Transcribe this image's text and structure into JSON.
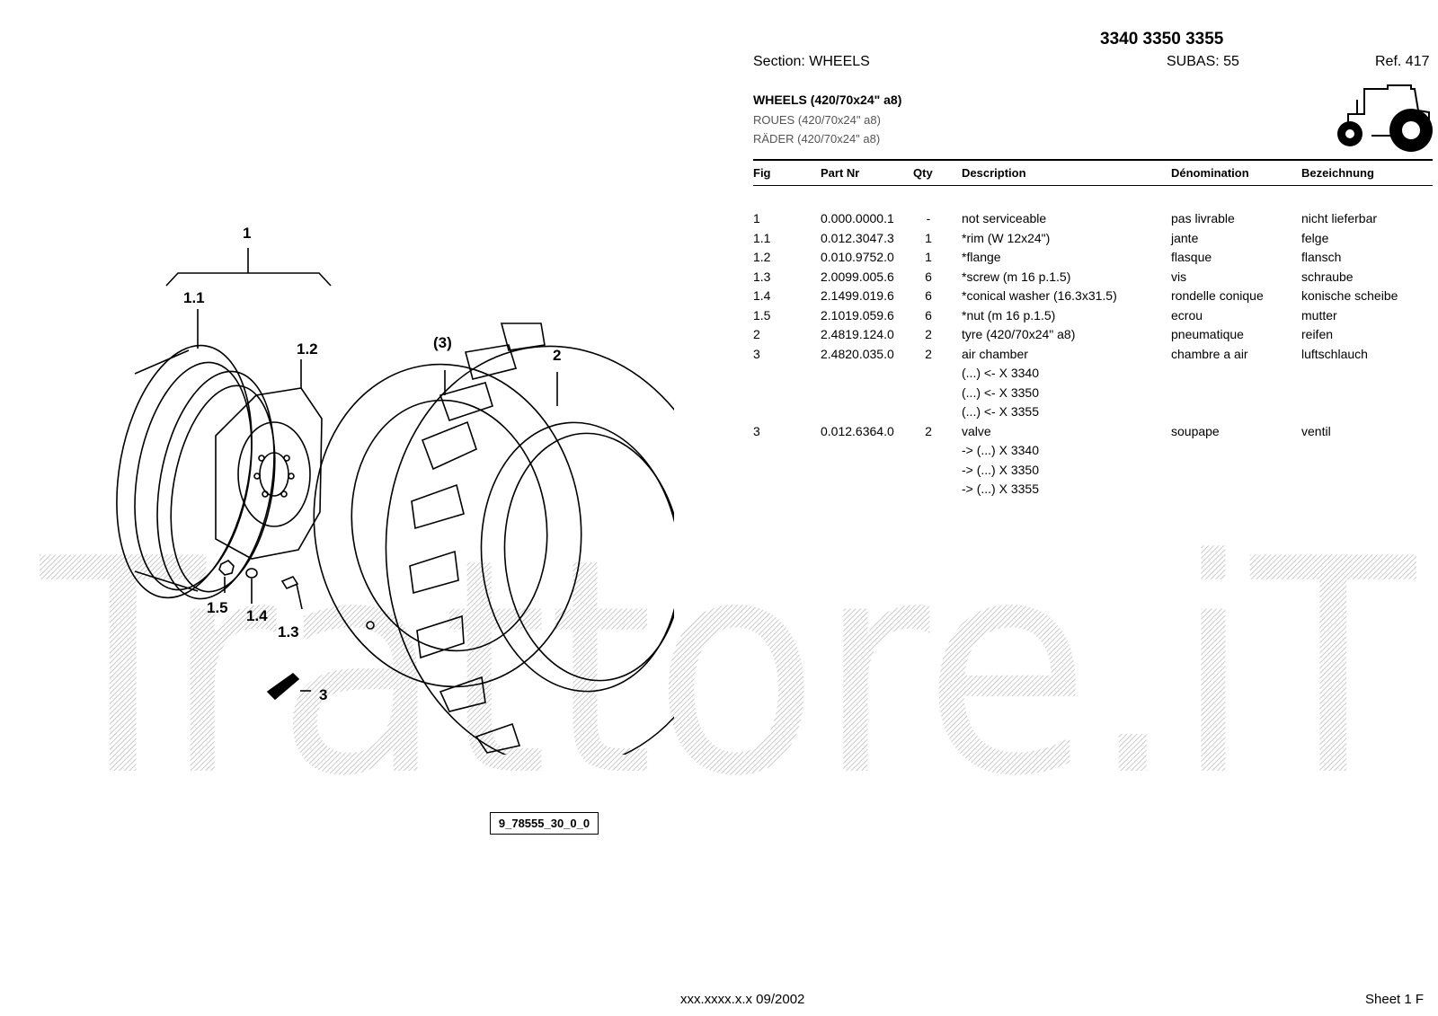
{
  "header": {
    "models": "3340 3350 3355",
    "section": "Section: WHEELS",
    "subas": "SUBAS: 55",
    "ref": "Ref. 417"
  },
  "title": {
    "en": "WHEELS (420/70x24\" a8)",
    "fr": "ROUES (420/70x24\" a8)",
    "de": "RÄDER (420/70x24\" a8)"
  },
  "table": {
    "columns": [
      "Fig",
      "Part Nr",
      "Qty",
      "Description",
      "Dénomination",
      "Bezeichnung"
    ],
    "rows": [
      {
        "fig": "1",
        "part": "0.000.0000.1",
        "qty": "-",
        "desc": "not serviceable",
        "fr": "pas livrable",
        "de": "nicht lieferbar"
      },
      {
        "fig": "1.1",
        "part": "0.012.3047.3",
        "qty": "1",
        "desc": "*rim (W 12x24\")",
        "fr": "jante",
        "de": "felge"
      },
      {
        "fig": "1.2",
        "part": "0.010.9752.0",
        "qty": "1",
        "desc": "*flange",
        "fr": "flasque",
        "de": "flansch"
      },
      {
        "fig": "1.3",
        "part": "2.0099.005.6",
        "qty": "6",
        "desc": "*screw (m 16 p.1.5)",
        "fr": "vis",
        "de": "schraube"
      },
      {
        "fig": "1.4",
        "part": "2.1499.019.6",
        "qty": "6",
        "desc": "*conical washer (16.3x31.5)",
        "fr": "rondelle conique",
        "de": "konische scheibe"
      },
      {
        "fig": "1.5",
        "part": "2.1019.059.6",
        "qty": "6",
        "desc": "*nut (m 16 p.1.5)",
        "fr": "ecrou",
        "de": "mutter"
      },
      {
        "fig": "2",
        "part": "2.4819.124.0",
        "qty": "2",
        "desc": "tyre (420/70x24\" a8)",
        "fr": "pneumatique",
        "de": "reifen"
      },
      {
        "fig": "3",
        "part": "2.4820.035.0",
        "qty": "2",
        "desc": "air chamber",
        "fr": "chambre a air",
        "de": "luftschlauch"
      },
      {
        "fig": "",
        "part": "",
        "qty": "",
        "desc": "(...) <- X 3340",
        "fr": "",
        "de": ""
      },
      {
        "fig": "",
        "part": "",
        "qty": "",
        "desc": "(...) <- X 3350",
        "fr": "",
        "de": ""
      },
      {
        "fig": "",
        "part": "",
        "qty": "",
        "desc": "(...) <- X 3355",
        "fr": "",
        "de": ""
      },
      {
        "fig": "3",
        "part": "0.012.6364.0",
        "qty": "2",
        "desc": "valve",
        "fr": "soupape",
        "de": "ventil"
      },
      {
        "fig": "",
        "part": "",
        "qty": "",
        "desc": "-> (...) X  3340",
        "fr": "",
        "de": ""
      },
      {
        "fig": "",
        "part": "",
        "qty": "",
        "desc": "-> (...) X  3350",
        "fr": "",
        "de": ""
      },
      {
        "fig": "",
        "part": "",
        "qty": "",
        "desc": "-> (...) X  3355",
        "fr": "",
        "de": ""
      }
    ]
  },
  "diagram": {
    "callouts": [
      "1",
      "1.1",
      "1.2",
      "(3)",
      "2",
      "1.5",
      "1.4",
      "1.3",
      "3"
    ]
  },
  "drawing_id": "9_78555_30_0_0",
  "watermark": "Trattore.iT",
  "footer": {
    "code": "xxx.xxxx.x.x  09/2002",
    "sheet": "Sheet 1 F"
  }
}
